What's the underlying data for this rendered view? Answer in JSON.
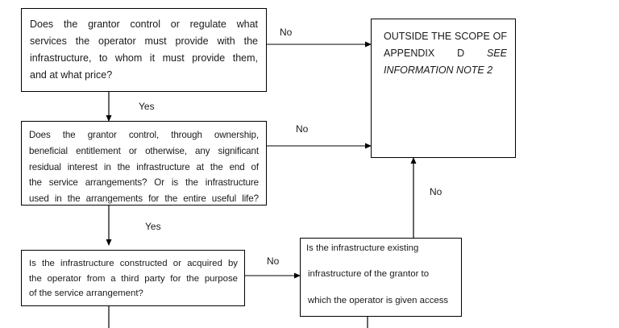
{
  "q1": {
    "lines": [
      "Does the grantor control or regulate what",
      "services the operator must provide with the",
      "infrastructure, to whom it must provide them,",
      "and at what price?"
    ]
  },
  "q2": {
    "lines": [
      "Does the grantor control, through ownership,",
      "beneficial entitlement or otherwise, any significant",
      "residual interest in the infrastructure at the end of",
      "the service arrangements? Or is the infrastructure",
      "used in the arrangements for the entire useful life?"
    ]
  },
  "q3": {
    "lines": [
      "Is the infrastructure constructed or acquired by",
      "the operator from a third party for the purpose",
      "of the service arrangement?"
    ]
  },
  "q4": {
    "lines": [
      "Is the infrastructure existing",
      "infrastructure of the grantor to",
      "which the operator is given access"
    ]
  },
  "outside": {
    "line1": "OUTSIDE THE SCOPE OF",
    "line2_a": "APPENDIX",
    "line2_b": "D",
    "line2_c": "SEE",
    "line3": "INFORMATION NOTE 2"
  },
  "labels": {
    "no1": "No",
    "yes1": "Yes",
    "no2": "No",
    "yes2": "Yes",
    "no3": "No",
    "no4": "No"
  }
}
